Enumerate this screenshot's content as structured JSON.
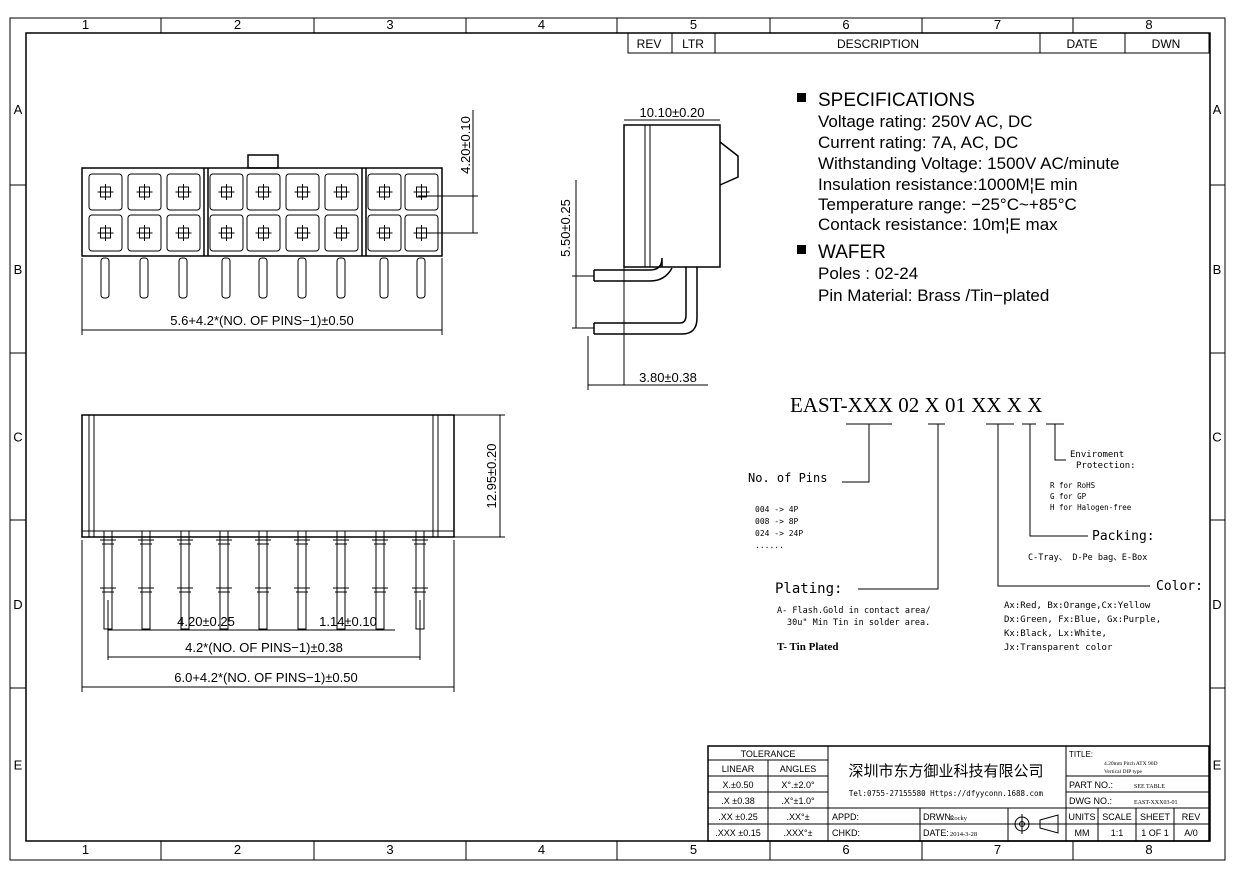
{
  "frame": {
    "columns": [
      "1",
      "2",
      "3",
      "4",
      "5",
      "6",
      "7",
      "8"
    ],
    "rows": [
      "A",
      "B",
      "C",
      "D",
      "E"
    ]
  },
  "revision_table": {
    "rev": "REV",
    "ltr": "LTR",
    "description": "DESCRIPTION",
    "date": "DATE",
    "dwn": "DWN"
  },
  "specifications": {
    "heading": "SPECIFICATIONS",
    "lines": [
      "Voltage rating: 250V AC, DC",
      "Current rating: 7A, AC, DC",
      "Withstanding Voltage: 1500V AC/minute",
      "Insulation resistance:1000M¦E min",
      "Temperature range: −25°C~+85°C",
      "Contack resistance: 10m¦E max"
    ]
  },
  "wafer": {
    "heading": "WAFER",
    "lines": [
      "Poles : 02-24",
      "Pin Material: Brass /Tin−plated"
    ]
  },
  "dimensions": {
    "top_width": "5.6+4.2*(NO. OF PINS−1)±0.50",
    "top_height": "4.20±0.10",
    "side_width": "10.10±0.20",
    "side_height": "5.50±0.25",
    "side_offset": "3.80±0.38",
    "front_height": "12.95±0.20",
    "pitch": "4.20±0.25",
    "pin_width": "1.14±0.10",
    "pin_span": "4.2*(NO. OF PINS−1)±0.38",
    "overall_width": "6.0+4.2*(NO. OF PINS−1)±0.50"
  },
  "part_code": {
    "code": "EAST-XXX 02 X 01 XX X X",
    "no_of_pins": {
      "label": "No. of Pins",
      "options": [
        "004 -> 4P",
        "008 -> 8P",
        "024 -> 24P",
        "......"
      ]
    },
    "plating": {
      "label": "Plating:",
      "option_a": "A- Flash.Gold in contact area/",
      "option_a2": "30u\" Min Tin in solder area.",
      "option_t": "T- Tin Plated"
    },
    "environment": {
      "label1": "Enviroment",
      "label2": "Protection:",
      "options": [
        "R for RoHS",
        "G for GP",
        "H for Halogen-free"
      ]
    },
    "packing": {
      "label": "Packing:",
      "options": "C-Tray、 D-Pe bag、E-Box"
    },
    "color": {
      "label": "Color:",
      "options": [
        "Ax:Red, Bx:Orange,Cx:Yellow",
        "Dx:Green, Fx:Blue, Gx:Purple,",
        "Kx:Black, Lx:White,",
        "Jx:Transparent color"
      ]
    }
  },
  "title_block": {
    "tolerance": "TOLERANCE",
    "linear": "LINEAR",
    "angles": "ANGLES",
    "tol_rows": [
      [
        "X.±0.50",
        "X°.±2.0°"
      ],
      [
        ".X ±0.38",
        ".X°±1.0°"
      ],
      [
        ".XX ±0.25",
        ".XX°±"
      ],
      [
        ".XXX ±0.15",
        ".XXX°±"
      ]
    ],
    "company": "深圳市东方御业科技有限公司",
    "contact": "Tel:0755-27155580 Https://dfyyconn.1688.com",
    "appd": "APPD:",
    "chkd": "CHKD:",
    "drwn": "DRWN:",
    "drwn_value": "Rocky",
    "date": "DATE:",
    "date_value": "2014-3-28",
    "title_label": "TITLE:",
    "title_line1": "4.20mm Pitch ATX 90D",
    "title_line2": "Vertical DIP type",
    "part_no_label": "PART NO.:",
    "part_no_value": "SEE TABLE",
    "dwg_no_label": "DWG NO.:",
    "dwg_no_value": "EAST-XXX03-01",
    "units_label": "UNITS",
    "scale_label": "SCALE",
    "sheet_label": "SHEET",
    "rev_label": "REV",
    "units_value": "MM",
    "scale_value": "1:1",
    "sheet_value": "1 OF 1",
    "rev_value": "A/0"
  }
}
